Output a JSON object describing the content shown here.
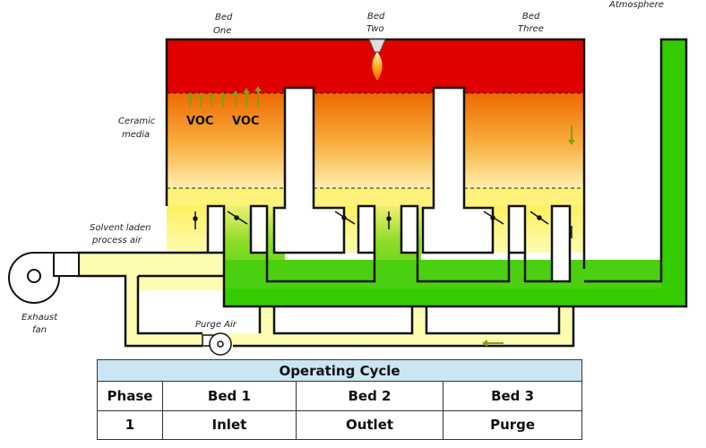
{
  "diagram": {
    "labels": {
      "atmosphere": "Atmosphere",
      "bed_one_line1": "Bed",
      "bed_one_line2": "One",
      "bed_two_line1": "Bed",
      "bed_two_line2": "Two",
      "bed_three_line1": "Bed",
      "bed_three_line2": "Three",
      "ceramic_line1": "Ceramic",
      "ceramic_line2": "media",
      "voc_1": "VOC",
      "voc_2": "VOC",
      "solvent_line1": "Solvent laden",
      "solvent_line2": "process air",
      "exhaust_line1": "Exhaust",
      "exhaust_line2": "fan",
      "purge_air": "Purge Air"
    },
    "colors": {
      "combustion_zone": "#e00000",
      "media_top": "#f07a00",
      "media_bottom": "#fff2a0",
      "inlet_duct": "#fefcb0",
      "outlet_duct": "#33cc00",
      "arrow": "#8a9a10"
    }
  },
  "table": {
    "title": "Operating Cycle",
    "headers": [
      "Phase",
      "Bed 1",
      "Bed 2",
      "Bed 3"
    ],
    "rows": [
      [
        "1",
        "Inlet",
        "Outlet",
        "Purge"
      ]
    ]
  }
}
